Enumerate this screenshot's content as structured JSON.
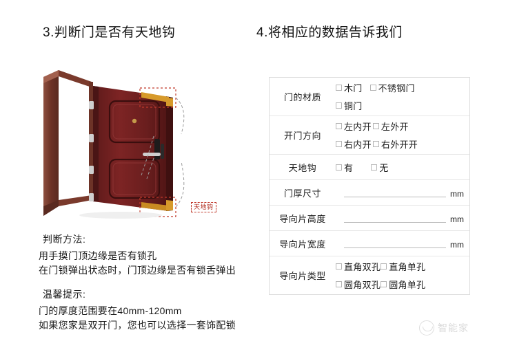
{
  "headings": {
    "left": "3.判断门是否有天地钩",
    "right": "4.将相应的数据告诉我们"
  },
  "illustration": {
    "annotation_label": "天地钩",
    "door_color": "#6b1f1f",
    "frame_color": "#8a4a3a",
    "highlight_color": "#d79a2b",
    "dashed_color": "#c0392b"
  },
  "notes": {
    "method": {
      "title": "判断方法:",
      "lines": [
        "用手摸门顶边缘是否有锁孔",
        "在门锁弹出状态时，门顶边缘是否有锁舌弹出"
      ]
    },
    "tip": {
      "title": "温馨提示:",
      "lines": [
        "门的厚度范围要在40mm-120mm",
        "如果您家是双开门，您也可以选择一套饰配锁"
      ]
    }
  },
  "form": {
    "rows": [
      {
        "label": "门的材质",
        "type": "checkbox",
        "lines": [
          [
            "木门",
            "不锈钢门"
          ],
          [
            "铜门"
          ]
        ]
      },
      {
        "label": "开门方向",
        "type": "checkbox",
        "lines": [
          [
            "左内开",
            "左外开"
          ],
          [
            "右内开",
            "右外开开"
          ]
        ]
      },
      {
        "label": "天地钩",
        "type": "checkbox",
        "lines": [
          [
            "有",
            "无"
          ]
        ]
      },
      {
        "label": "门厚尺寸",
        "type": "measure",
        "unit": "mm",
        "value": ""
      },
      {
        "label": "导向片高度",
        "type": "measure",
        "unit": "mm",
        "value": ""
      },
      {
        "label": "导向片宽度",
        "type": "measure",
        "unit": "mm",
        "value": ""
      },
      {
        "label": "导向片类型",
        "type": "checkbox",
        "lines": [
          [
            "直角双孔",
            "直角单孔"
          ],
          [
            "圆角双孔",
            "圆角单孔"
          ]
        ]
      }
    ]
  },
  "watermark": {
    "text": "智能家"
  }
}
